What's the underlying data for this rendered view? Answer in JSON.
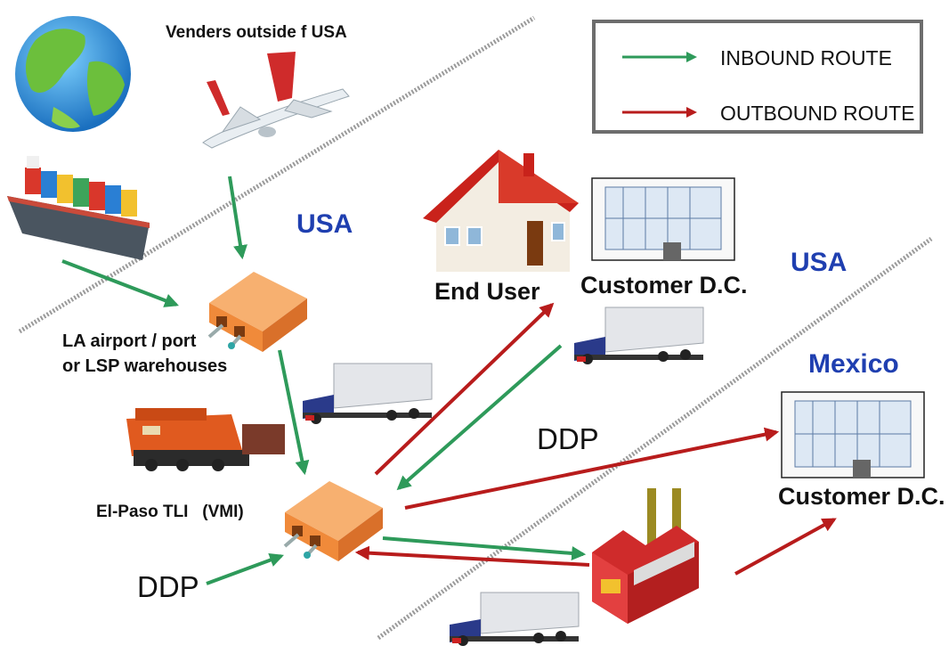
{
  "labels": {
    "venders": "Venders outside f USA",
    "usa_left": "USA",
    "la_line1": "LA airport / port",
    "la_line2": "or LSP warehouses",
    "el_paso": "El-Paso TLI   (VMI)",
    "ddp_bottom": "DDP",
    "ddp_middle": "DDP",
    "end_user": "End User",
    "customer_dc_top": "Customer D.C.",
    "usa_right": "USA",
    "mexico": "Mexico",
    "customer_dc_right": "Customer D.C."
  },
  "legend": {
    "inbound": "INBOUND ROUTE",
    "outbound": "OUTBOUND ROUTE"
  },
  "colors": {
    "inbound": "#2e9a5a",
    "outbound": "#b81c1c",
    "country_text": "#1f3fb0",
    "warehouse": "#f08a3a",
    "divider": "#9a9a9a"
  },
  "icons": [
    "globe-icon",
    "airplane-icon",
    "cargo-ship-icon",
    "warehouse-icon",
    "train-icon",
    "truck-icon",
    "house-icon",
    "distribution-center-icon",
    "factory-icon"
  ]
}
